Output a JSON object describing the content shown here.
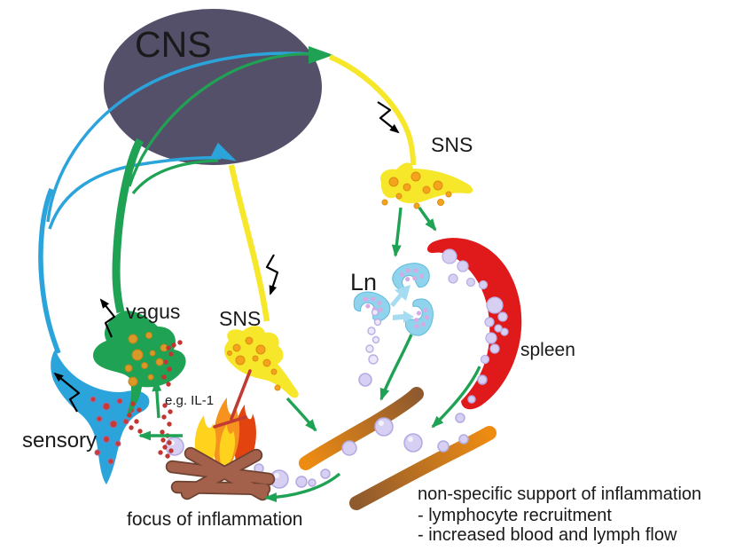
{
  "labels": {
    "cns": "CNS",
    "sns_upper": "SNS",
    "sns_mid": "SNS",
    "vagus": "vagus",
    "sensory": "sensory",
    "ln": "Ln",
    "spleen": "spleen",
    "il1": "e.g. IL-1",
    "focus": "focus of inflammation"
  },
  "support_note": {
    "line1": "non-specific support of inflammation",
    "line2": "- lymphocyte recruitment",
    "line3": "- increased blood and lymph flow"
  },
  "icons": {
    "action_potential": "lightning-arrow",
    "inhibition": "t-bar-line",
    "stimulation": "green-arrow",
    "inflammation": "campfire"
  },
  "colors": {
    "cns_fill": "#555069",
    "sympathetic_yellow": "#F6E72B",
    "vagus_green": "#1FA254",
    "sensory_blue": "#2BA4DC",
    "arrow_green": "#1FA254",
    "inhibition_red": "#C23B33",
    "spleen_red": "#E0191B",
    "lymphnode_blue": "#8FD4EC",
    "cell_lavender": "#D7D0F2",
    "vessel_orange": "#EE8C12",
    "vessel_brown": "#8F5A2E",
    "vesicle_orange": "#F5A31C",
    "mediator_red": "#C33530",
    "log_brown": "#A3614B",
    "flame_yellow": "#FFD21E",
    "flame_orange": "#F6921E",
    "flame_red": "#E2430F"
  }
}
